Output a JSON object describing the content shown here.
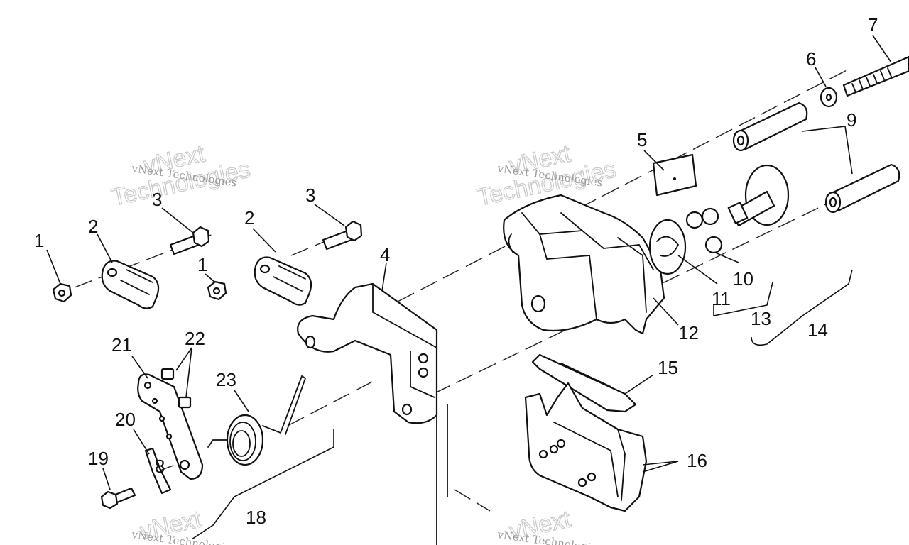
{
  "watermark": {
    "line1": "vNext Technologies",
    "line2": "vNext",
    "line3": "Technologies"
  },
  "callouts": [
    "1",
    "2",
    "3",
    "3",
    "2",
    "1",
    "4",
    "5",
    "6",
    "7",
    "9",
    "10",
    "11",
    "12",
    "13",
    "14",
    "15",
    "16",
    "18",
    "19",
    "20",
    "8",
    "21",
    "22",
    "23"
  ],
  "colors": {
    "ink": "#111111",
    "watermark": "#c8c8c8"
  }
}
